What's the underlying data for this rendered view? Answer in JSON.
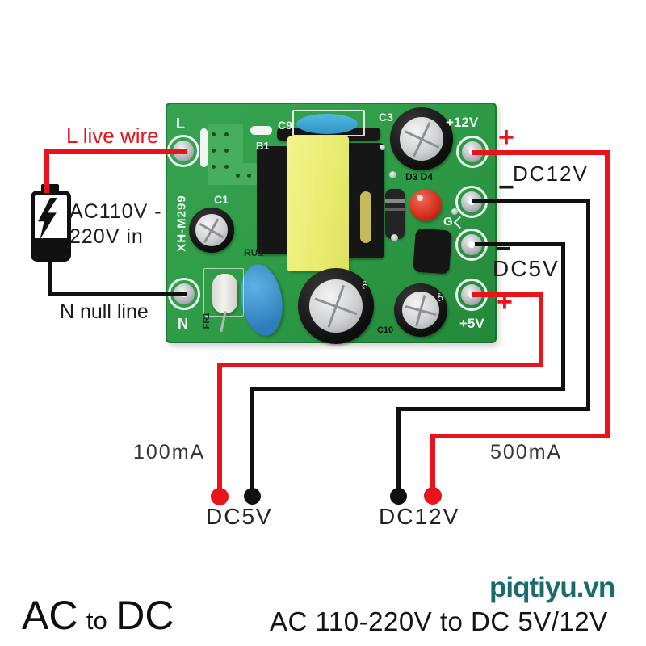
{
  "colors": {
    "wire_red": "#e8131b",
    "wire_black": "#101010",
    "pcb_green": "#2d9a45",
    "transformer_yellow": "#eef17e",
    "capacitor_blue": "#3b9fd6",
    "led_red": "#d5301f",
    "watermark_teal": "#1c6b6c"
  },
  "left_annotations": {
    "live_wire": "L live wire",
    "input_line1": "AC110V -",
    "input_line2": "220V in",
    "null_line": "N null line"
  },
  "right_annotations": {
    "dc12v_plus": "+",
    "dc12v_label": "DC12V",
    "dc12v_minus": "−",
    "dc5v_minus": "−",
    "dc5v_label": "DC5V",
    "dc5v_plus": "+"
  },
  "bottom_annotations": {
    "current_5v": "100mA",
    "current_12v": "500mA",
    "output_5v": "DC5V",
    "output_12v": "DC12V"
  },
  "pcb": {
    "silkscreen": {
      "l": "L",
      "n": "N",
      "model": "XH-M299",
      "fr1": "FR1",
      "c1": "C1",
      "b1": "B1",
      "c9": "C9",
      "c3": "C3",
      "plus12v": "+12V",
      "d3d4": "D3  D4",
      "g": "G",
      "ru1": "RU1",
      "c10": "C10",
      "plus5v": "+5V"
    },
    "cap_marking_temp": "°C"
  },
  "footer": {
    "title_ac": "AC",
    "title_to": "to",
    "title_dc": "DC",
    "subtitle": "AC 110-220V to DC 5V/12V",
    "watermark": "piqtiyu.vn"
  }
}
